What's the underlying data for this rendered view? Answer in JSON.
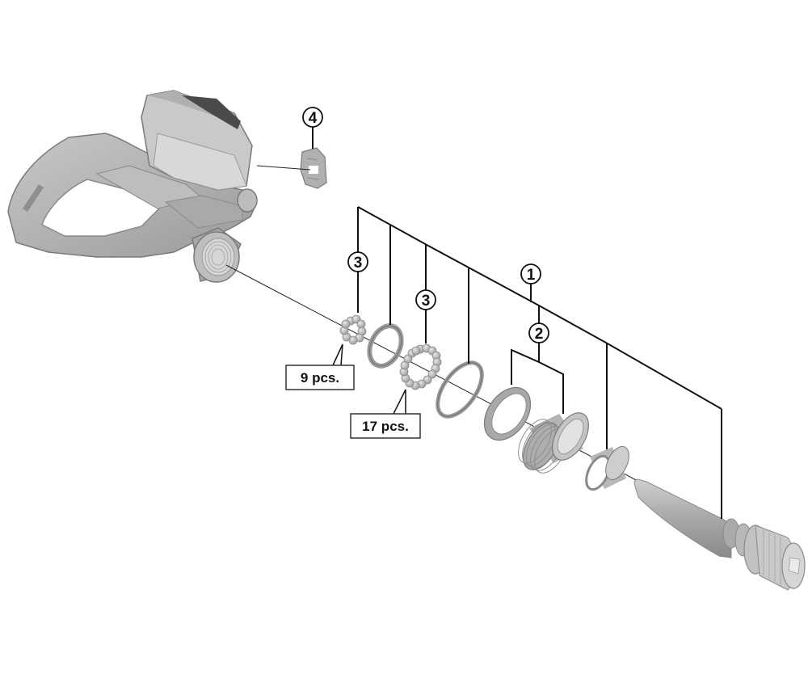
{
  "diagram": {
    "type": "exploded-parts-diagram",
    "subject": "bicycle pedal",
    "colors": {
      "background": "#ffffff",
      "part_fill": "#b4b4b4",
      "part_light": "#d2d2d2",
      "part_dark": "#8c8c8c",
      "line": "#111111"
    },
    "callouts": [
      {
        "id": "callout-1",
        "label": "1"
      },
      {
        "id": "callout-2",
        "label": "2"
      },
      {
        "id": "callout-3a",
        "label": "3"
      },
      {
        "id": "callout-3b",
        "label": "3"
      },
      {
        "id": "callout-4",
        "label": "4"
      }
    ],
    "quantity_labels": [
      {
        "id": "qty-9",
        "text": "9 pcs."
      },
      {
        "id": "qty-17",
        "text": "17 pcs."
      }
    ],
    "parts": [
      {
        "name": "pedal-body",
        "callout": null
      },
      {
        "name": "reflector-clip",
        "callout": "4"
      },
      {
        "name": "small-ball-bearings",
        "callout": "3",
        "quantity": "9 pcs."
      },
      {
        "name": "inner-washer-ring",
        "callout": "1"
      },
      {
        "name": "large-ball-bearings",
        "callout": "3",
        "quantity": "17 pcs."
      },
      {
        "name": "thin-ring",
        "callout": "1"
      },
      {
        "name": "lock-nut",
        "callout": "2"
      },
      {
        "name": "threaded-sleeve",
        "callout": "2"
      },
      {
        "name": "bushing",
        "callout": "1"
      },
      {
        "name": "pedal-axle",
        "callout": "1"
      }
    ]
  }
}
